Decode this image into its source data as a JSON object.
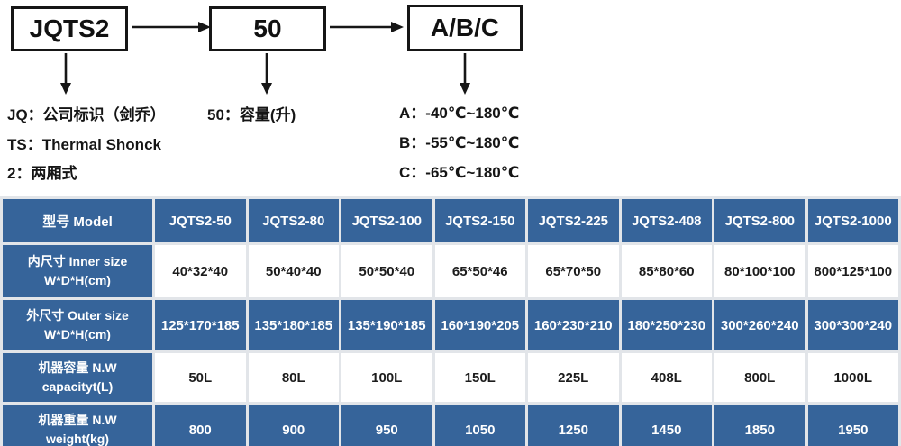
{
  "colors": {
    "table_blue": "#36649A",
    "grid_line": "#e2e5e9",
    "text_dark": "#1c1c1c",
    "diagram_stroke": "#161616"
  },
  "diagram": {
    "boxes": [
      {
        "label": "JQTS2"
      },
      {
        "label": "50"
      },
      {
        "label": "A/B/C"
      }
    ],
    "notes": {
      "jq": "JQ：公司标识（剑乔）",
      "ts": "TS：Thermal Shonck",
      "two": "2：两厢式",
      "fifty": "50：容量(升)",
      "a": "A：-40℃~180℃",
      "b": "B：-55℃~180℃",
      "c": "C：-65℃~180℃"
    }
  },
  "table": {
    "header_label": "型号 Model",
    "models": [
      "JQTS2-50",
      "JQTS2-80",
      "JQTS2-100",
      "JQTS2-150",
      "JQTS2-225",
      "JQTS2-408",
      "JQTS2-800",
      "JQTS2-1000"
    ],
    "rows": [
      {
        "label_line1": "内尺寸 Inner size",
        "label_line2": "W*D*H(cm)",
        "values": [
          "40*32*40",
          "50*40*40",
          "50*50*40",
          "65*50*46",
          "65*70*50",
          "85*80*60",
          "80*100*100",
          "800*125*100"
        ]
      },
      {
        "label_line1": "外尺寸 Outer size",
        "label_line2": "W*D*H(cm)",
        "values": [
          "125*170*185",
          "135*180*185",
          "135*190*185",
          "160*190*205",
          "160*230*210",
          "180*250*230",
          "300*260*240",
          "300*300*240"
        ]
      },
      {
        "label_line1": "机器容量 N.W",
        "label_line2": "capacityt(L)",
        "values": [
          "50L",
          "80L",
          "100L",
          "150L",
          "225L",
          "408L",
          "800L",
          "1000L"
        ]
      },
      {
        "label_line1": "机器重量 N.W",
        "label_line2": "weight(kg)",
        "values": [
          "800",
          "900",
          "950",
          "1050",
          "1250",
          "1450",
          "1850",
          "1950"
        ]
      }
    ]
  }
}
